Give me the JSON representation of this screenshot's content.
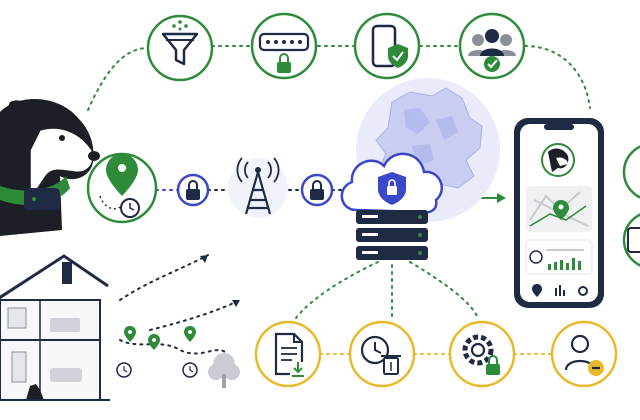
{
  "diagram": {
    "title": "",
    "colors": {
      "green": "#2e8b3a",
      "navy": "#1f2a44",
      "blue": "#3a47c8",
      "gold": "#e8b92b",
      "map": "#c9cdf1",
      "grey": "#8a8f99"
    },
    "top_icons": [
      "filter-icon",
      "password-lock-icon",
      "phone-shield-icon",
      "user-group-check-icon"
    ],
    "flow_icons": [
      "dog-collar-tracker",
      "gps-clock-icon",
      "lock-icon",
      "cell-tower-icon",
      "lock-icon",
      "cloud-shield-server",
      "smartphone-app"
    ],
    "bottom_icons": [
      "document-download-icon",
      "clock-delete-icon",
      "gear-lock-icon",
      "user-remove-icon"
    ],
    "left_icons": [
      "house-cutaway",
      "location-path-timeline",
      "tree-icon"
    ],
    "right_partial_icons": [
      "green-circle-partial",
      "device-partial"
    ]
  }
}
